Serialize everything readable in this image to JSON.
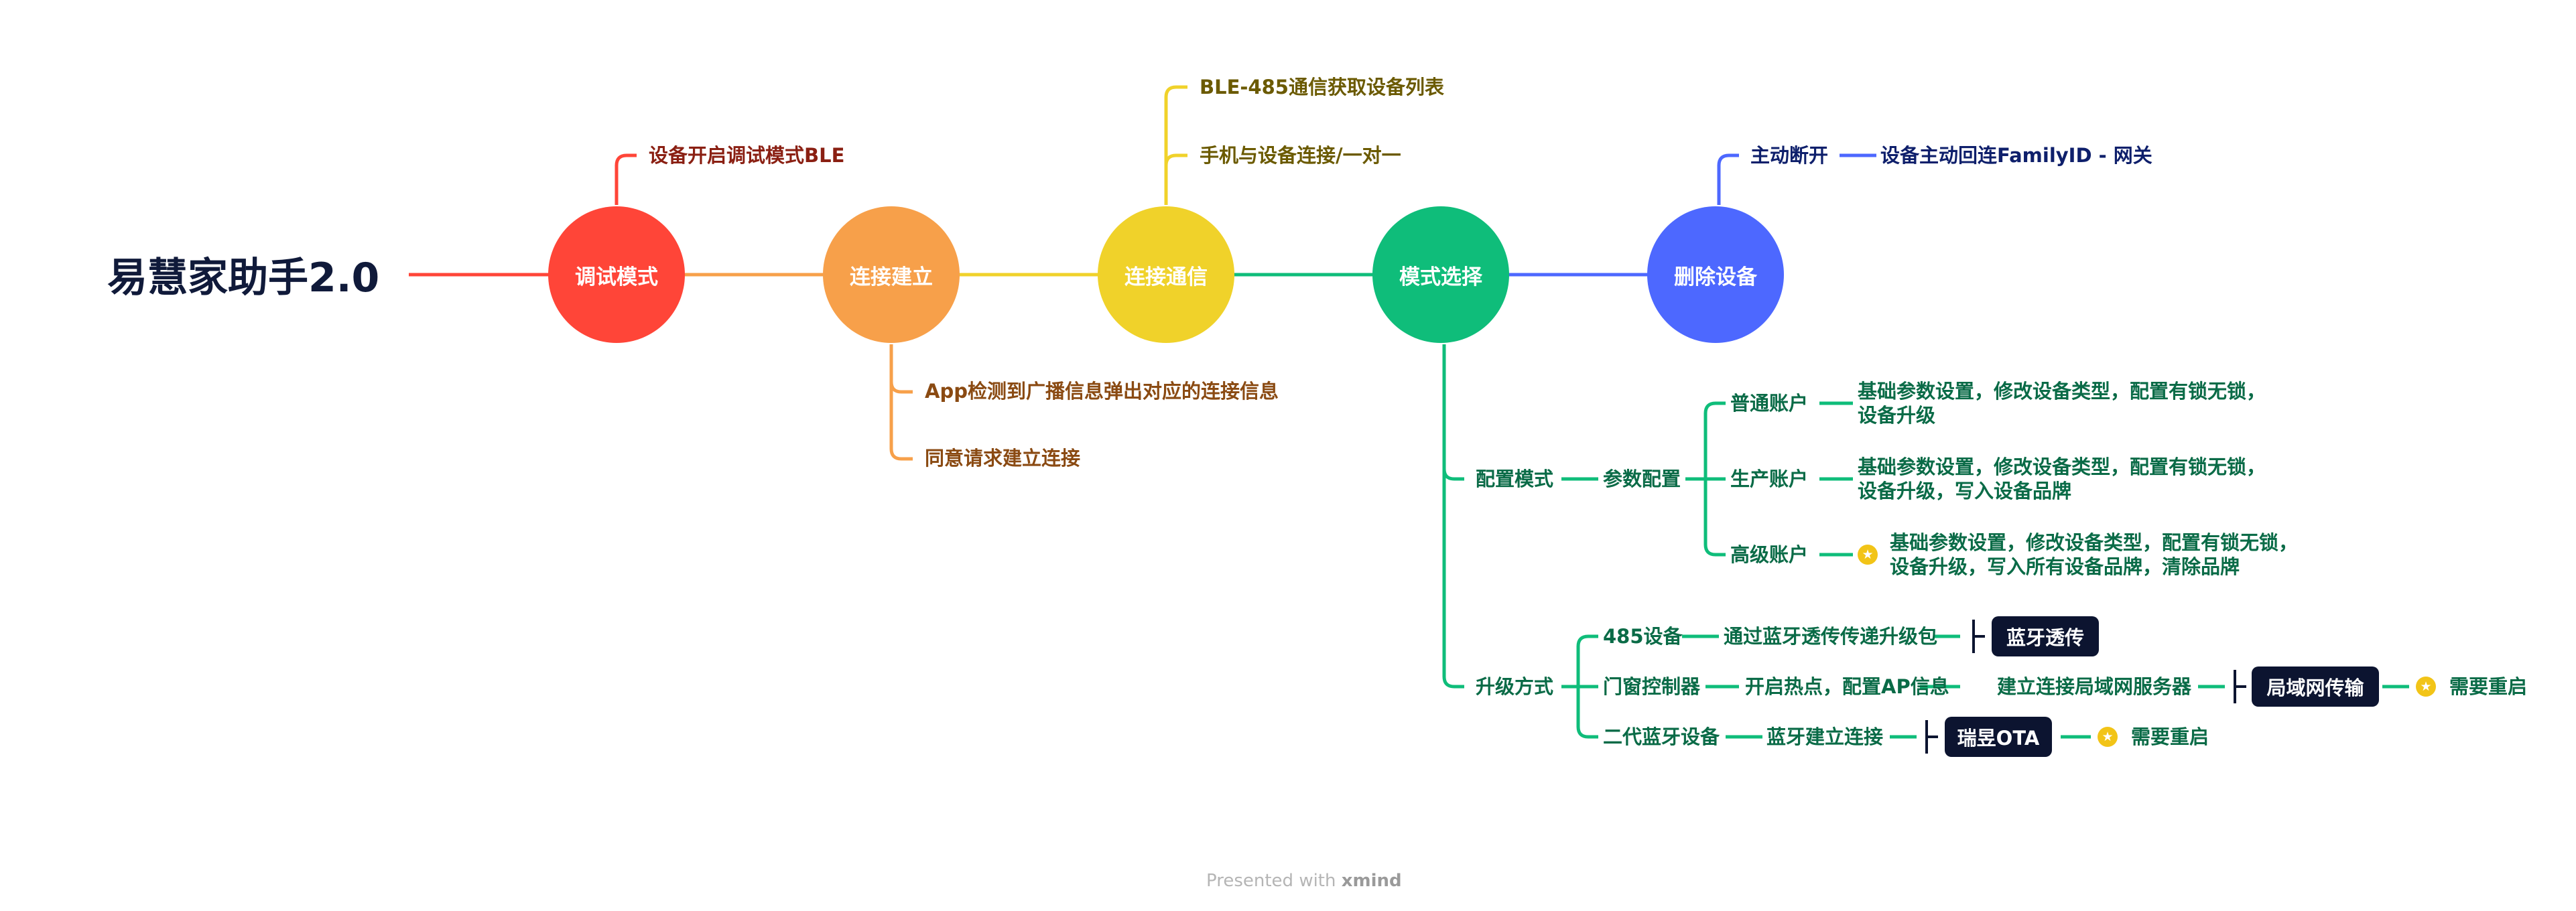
{
  "root": "易慧家助手2.0",
  "colors": {
    "red": "#ff4538",
    "orange": "#f7a04a",
    "yellow": "#f0d22a",
    "green": "#0fbd7a",
    "blue": "#4d68ff"
  },
  "main": [
    {
      "label": "调试模式",
      "color": "#ff4538"
    },
    {
      "label": "连接建立",
      "color": "#f7a04a"
    },
    {
      "label": "连接通信",
      "color": "#f0d22a"
    },
    {
      "label": "模式选择",
      "color": "#0fbd7a"
    },
    {
      "label": "删除设备",
      "color": "#4d68ff"
    }
  ],
  "debug": {
    "child": "设备开启调试模式BLE"
  },
  "connect_build": {
    "children": [
      "App检测到广播信息弹出对应的连接信息",
      "同意请求建立连接"
    ]
  },
  "connect_comm": {
    "children": [
      "BLE-485通信获取设备列表",
      "手机与设备连接/一对一"
    ]
  },
  "delete": {
    "child": "主动断开",
    "grandchild": "设备主动回连FamilyID - 网关"
  },
  "mode": {
    "config": {
      "label": "配置模式",
      "param": "参数配置",
      "accounts": [
        {
          "name": "普通账户",
          "line1": "基础参数设置，修改设备类型，配置有锁无锁，",
          "line2": "设备升级",
          "star": false
        },
        {
          "name": "生产账户",
          "line1": "基础参数设置，修改设备类型，配置有锁无锁，",
          "line2": "设备升级，写入设备品牌",
          "star": false
        },
        {
          "name": "高级账户",
          "line1": "基础参数设置，修改设备类型，配置有锁无锁，",
          "line2": "设备升级，写入所有设备品牌，清除品牌",
          "star": true
        }
      ]
    },
    "upgrade": {
      "label": "升级方式",
      "items": [
        {
          "name": "485设备",
          "steps": [
            "通过蓝牙透传传递升级包"
          ],
          "badge": "蓝牙透传",
          "note": ""
        },
        {
          "name": "门窗控制器",
          "steps": [
            "开启热点，配置AP信息",
            "建立连接局域网服务器"
          ],
          "badge": "局域网传输",
          "note": "需要重启"
        },
        {
          "name": "二代蓝牙设备",
          "steps": [
            "蓝牙建立连接"
          ],
          "badge": "瑞昱OTA",
          "note": "需要重启"
        }
      ]
    }
  },
  "footer": {
    "prefix": "Presented with",
    "brand": "xmind"
  }
}
